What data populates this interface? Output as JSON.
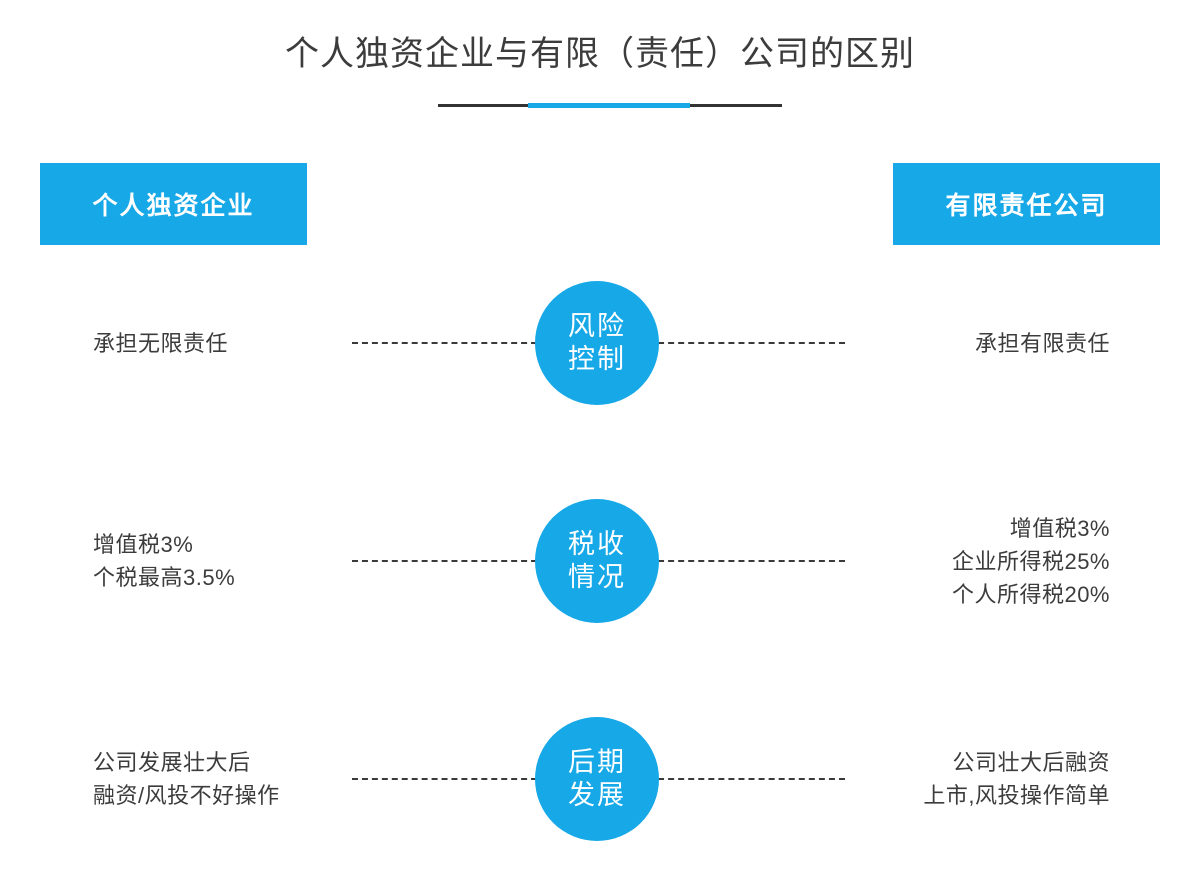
{
  "header": {
    "title": "个人独资企业与有限（责任）公司的区别"
  },
  "columns": {
    "left_label": "个人独资企业",
    "right_label": "有限责任公司"
  },
  "colors": {
    "accent_blue": "#17a8e8",
    "text_dark": "#3c3c3c",
    "rule_dark": "#333333",
    "dash_line": "#3a3a3a",
    "background": "#ffffff"
  },
  "rows": [
    {
      "topic_line1": "风险",
      "topic_line2": "控制",
      "left_lines": [
        "承担无限责任"
      ],
      "right_lines": [
        "承担有限责任"
      ]
    },
    {
      "topic_line1": "税收",
      "topic_line2": "情况",
      "left_lines": [
        "增值税3%",
        "个税最高3.5%"
      ],
      "right_lines": [
        "增值税3%",
        "企业所得税25%",
        "个人所得税20%"
      ]
    },
    {
      "topic_line1": "后期",
      "topic_line2": "发展",
      "left_lines": [
        "公司发展壮大后",
        "融资/风投不好操作"
      ],
      "right_lines": [
        "公司壮大后融资",
        "上市,风投操作简单"
      ]
    }
  ]
}
